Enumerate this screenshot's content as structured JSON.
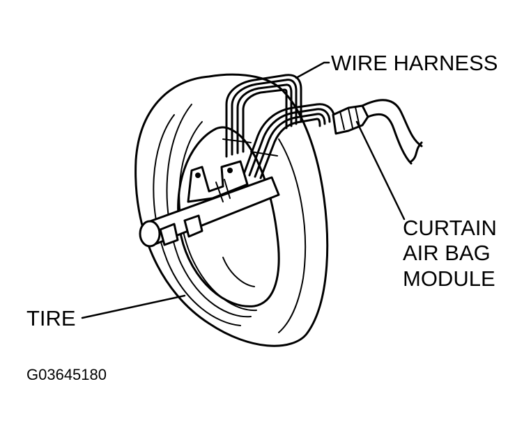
{
  "labels": {
    "wire_harness": "WIRE HARNESS",
    "curtain_line1": "CURTAIN",
    "curtain_line2": "AIR BAG",
    "curtain_line3": "MODULE",
    "tire": "TIRE"
  },
  "figure_id": "G03645180",
  "colors": {
    "ink": "#000000",
    "paper": "#ffffff"
  }
}
